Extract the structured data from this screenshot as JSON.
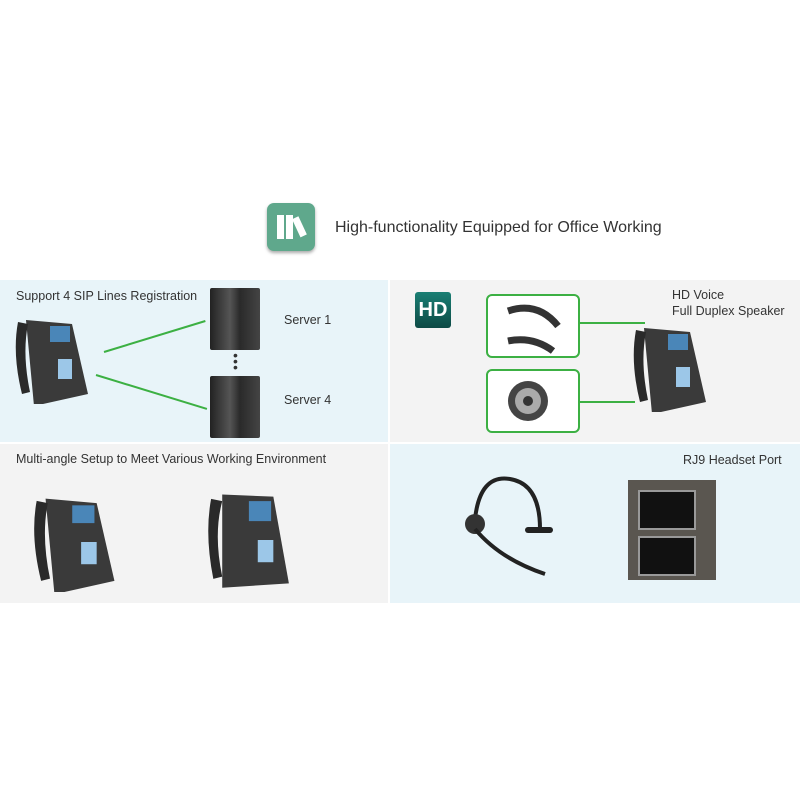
{
  "header": {
    "title": "High-functionality Equipped for Office Working",
    "icon": "office-tools-icon",
    "icon_color": "#5fa88c"
  },
  "panels": {
    "sip": {
      "title": "Support 4 SIP Lines Registration",
      "server_1": "Server 1",
      "server_4": "Server 4"
    },
    "hd": {
      "badge": "HD",
      "line1": "HD Voice",
      "line2": "Full Duplex Speaker"
    },
    "angle": {
      "title": "Multi-angle Setup to Meet Various Working Environment"
    },
    "rj9": {
      "title": "RJ9 Headset Port"
    }
  },
  "colors": {
    "accent": "#3cb043",
    "panel_blue": "#e8f4f9",
    "panel_gray": "#f3f3f3"
  }
}
